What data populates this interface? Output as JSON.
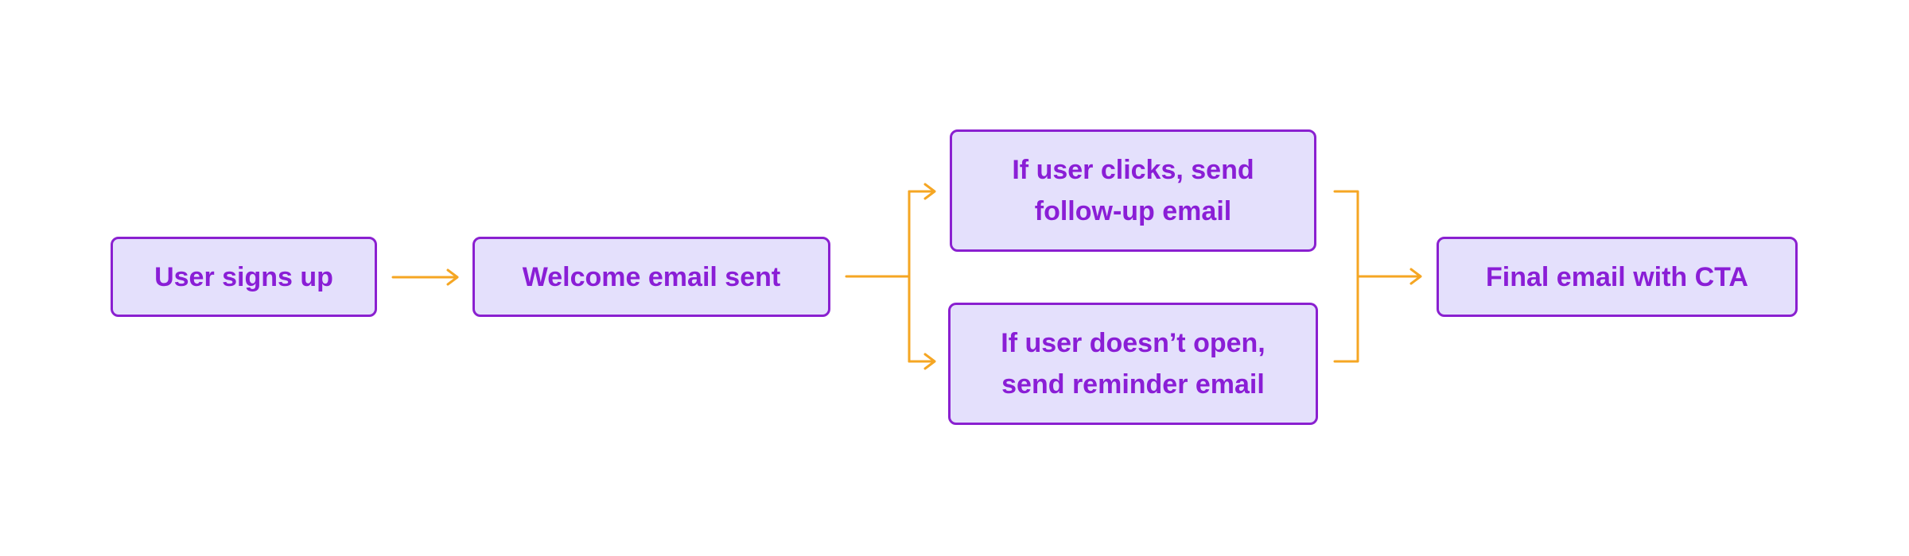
{
  "diagram": {
    "nodes": [
      {
        "id": "signup",
        "label": "User signs up"
      },
      {
        "id": "welcome",
        "label": "Welcome email sent"
      },
      {
        "id": "clicks",
        "label": "If user clicks, send\nfollow-up email"
      },
      {
        "id": "no-open",
        "label": "If user doesn’t open,\nsend reminder email"
      },
      {
        "id": "final",
        "label": "Final email with CTA"
      }
    ],
    "edges": [
      {
        "from": "signup",
        "to": "welcome"
      },
      {
        "from": "welcome",
        "to": "clicks"
      },
      {
        "from": "welcome",
        "to": "no-open"
      },
      {
        "from": "clicks",
        "to": "final"
      },
      {
        "from": "no-open",
        "to": "final"
      }
    ],
    "colors": {
      "node_fill": "#e4e0fc",
      "node_border": "#8a20d0",
      "node_text": "#8a1ed6",
      "connector": "#f5a623"
    }
  }
}
